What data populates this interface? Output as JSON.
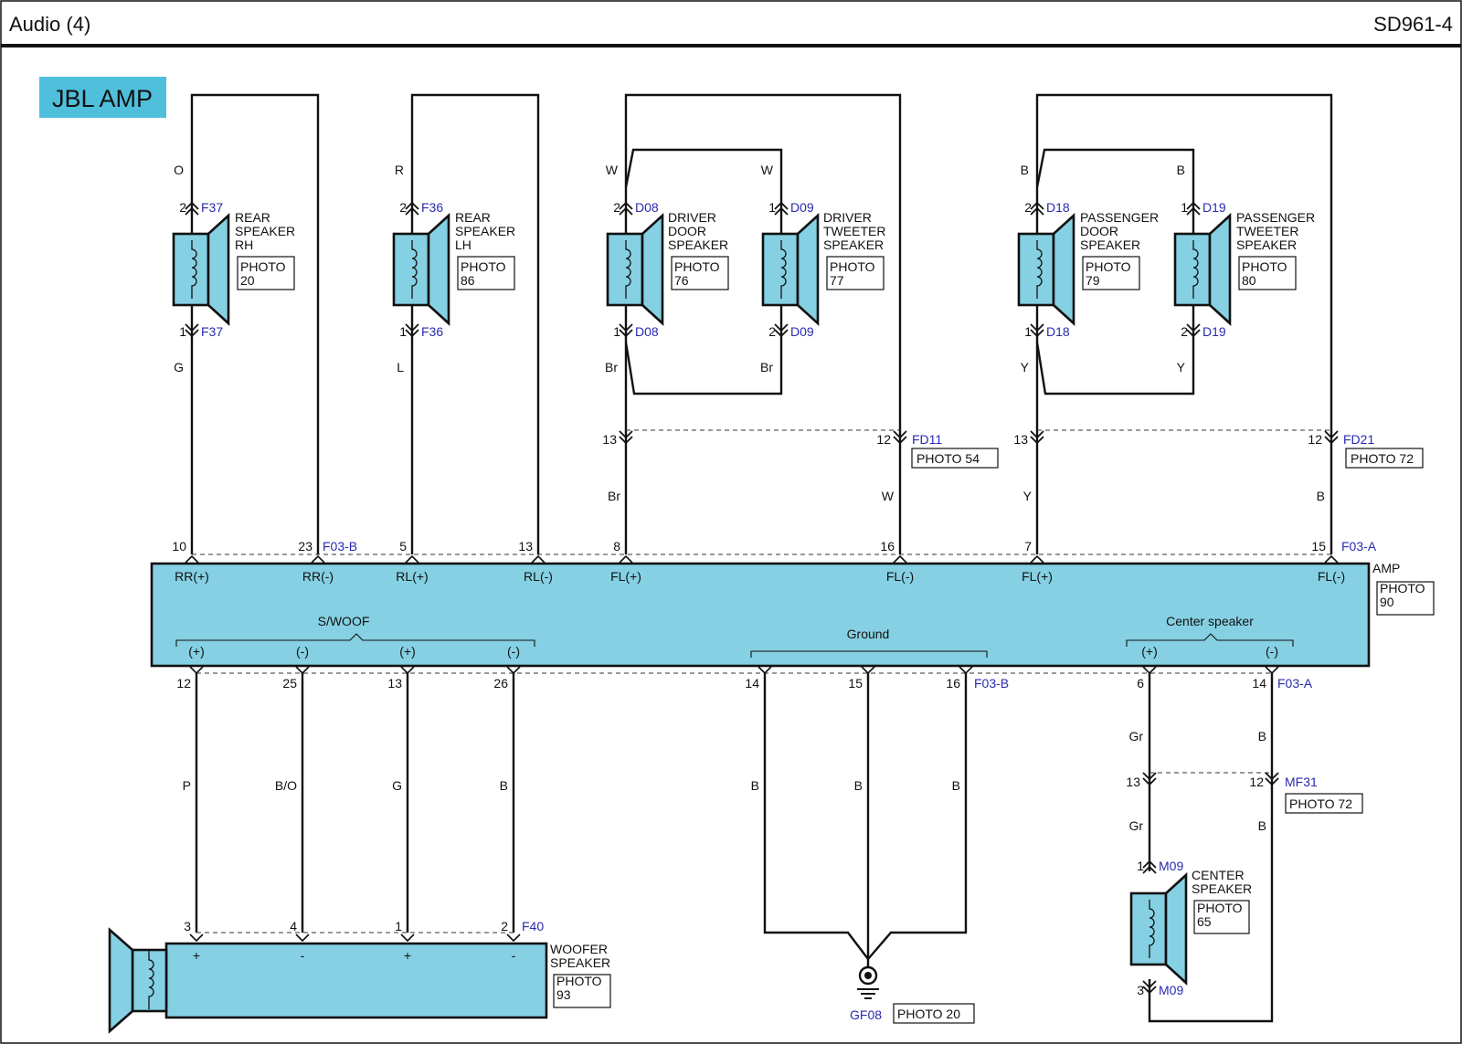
{
  "header": {
    "title": "Audio (4)",
    "code": "SD961-4"
  },
  "badge": "JBL AMP",
  "speakers": {
    "rear_rh": {
      "lines": [
        "REAR",
        "SPEAKER",
        "RH"
      ],
      "photo": [
        "PHOTO",
        "20"
      ],
      "conn": "F37",
      "pin_top": "2",
      "pin_bot": "1",
      "wire_top": "O",
      "wire_bot": "G"
    },
    "rear_lh": {
      "lines": [
        "REAR",
        "SPEAKER",
        "LH"
      ],
      "photo": [
        "PHOTO",
        "86"
      ],
      "conn": "F36",
      "pin_top": "2",
      "pin_bot": "1",
      "wire_top": "R",
      "wire_bot": "L"
    },
    "driver_door": {
      "lines": [
        "DRIVER",
        "DOOR",
        "SPEAKER"
      ],
      "photo": [
        "PHOTO",
        "76"
      ],
      "conn": "D08",
      "pin_top": "2",
      "pin_bot": "1",
      "wire_top": "W",
      "wire_bot": "Br"
    },
    "driver_tweeter": {
      "lines": [
        "DRIVER",
        "TWEETER",
        "SPEAKER"
      ],
      "photo": [
        "PHOTO",
        "77"
      ],
      "conn": "D09",
      "pin_top": "1",
      "pin_bot": "2",
      "wire_top": "W",
      "wire_bot": "Br"
    },
    "pass_door": {
      "lines": [
        "PASSENGER",
        "DOOR",
        "SPEAKER"
      ],
      "photo": [
        "PHOTO",
        "79"
      ],
      "conn": "D18",
      "pin_top": "2",
      "pin_bot": "1",
      "wire_top": "B",
      "wire_bot": "Y"
    },
    "pass_tweeter": {
      "lines": [
        "PASSENGER",
        "TWEETER",
        "SPEAKER"
      ],
      "photo": [
        "PHOTO",
        "80"
      ],
      "conn": "D19",
      "pin_top": "1",
      "pin_bot": "2",
      "wire_top": "B",
      "wire_bot": "Y"
    },
    "center": {
      "lines": [
        "CENTER",
        "SPEAKER"
      ],
      "photo": [
        "PHOTO",
        "65"
      ],
      "conn": "M09",
      "pin_top": "1",
      "pin_bot": "3"
    },
    "woofer": {
      "lines": [
        "WOOFER",
        "SPEAKER"
      ],
      "photo": [
        "PHOTO",
        "93"
      ],
      "conn": "F40"
    }
  },
  "fd11": {
    "conn": "FD11",
    "photo": "PHOTO 54",
    "pin_left": "13",
    "pin_right": "12",
    "wire_left": "Br",
    "wire_right": "W"
  },
  "fd21": {
    "conn": "FD21",
    "photo": "PHOTO 72",
    "pin_left": "13",
    "pin_right": "12",
    "wire_left": "Y",
    "wire_right": "B"
  },
  "mf31": {
    "conn": "MF31",
    "photo": "PHOTO 72",
    "pin_left": "13",
    "pin_right": "12",
    "wire_left_top": "Gr",
    "wire_right_top": "B",
    "wire_left_bot": "Gr",
    "wire_right_bot": "B"
  },
  "amp": {
    "name": "AMP",
    "photo": [
      "PHOTO",
      "90"
    ],
    "top_left_conn": "F03-B",
    "top_right_conn": "F03-A",
    "bottom_left_conn": "F03-B",
    "bottom_right_conn": "F03-A",
    "top_pins": [
      "10",
      "23",
      "5",
      "13",
      "8",
      "16",
      "7",
      "15"
    ],
    "top_labels": [
      "RR(+)",
      "RR(-)",
      "RL(+)",
      "RL(-)",
      "FL(+)",
      "FL(-)",
      "FL(+)",
      "FL(-)"
    ],
    "group_swoof": "S/WOOF",
    "group_ground": "Ground",
    "group_center": "Center speaker",
    "swoof_labels": [
      "(+)",
      "(-)",
      "(+)",
      "(-)"
    ],
    "center_labels": [
      "(+)",
      "(-)"
    ],
    "bottom_pins": [
      "12",
      "25",
      "13",
      "26",
      "14",
      "15",
      "16",
      "6",
      "14"
    ]
  },
  "woofer_wires": [
    "P",
    "B/O",
    "G",
    "B"
  ],
  "woofer_pins": [
    "3",
    "4",
    "1",
    "2"
  ],
  "woofer_signs": [
    "+",
    "-",
    "+",
    "-"
  ],
  "ground_wires": [
    "B",
    "B",
    "B"
  ],
  "ground": {
    "conn": "GF08",
    "photo": "PHOTO 20"
  },
  "colors": {
    "component_fill": "#85d0e3",
    "connector_text": "#2a2ab0",
    "line": "#111111"
  }
}
